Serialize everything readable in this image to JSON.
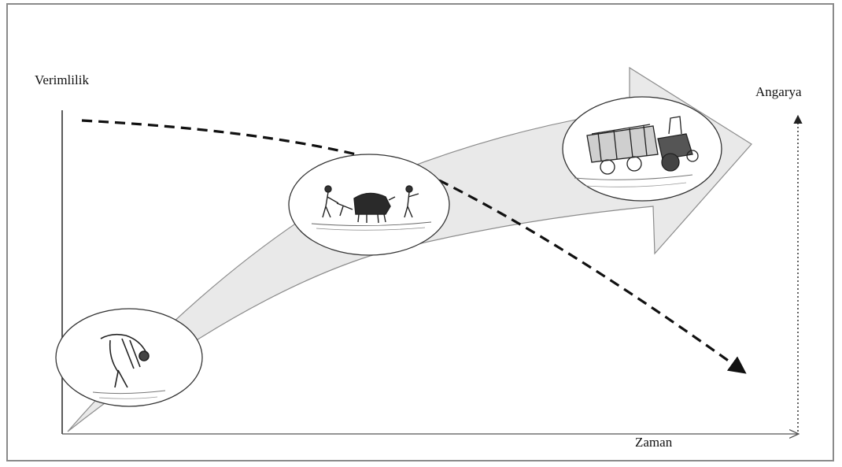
{
  "diagram": {
    "y_axis_label": "Verimlilik",
    "x_axis_label": "Zaman",
    "right_axis_label": "Angarya",
    "stages": [
      {
        "name": "manual-labor",
        "icon": "hand-farming-icon"
      },
      {
        "name": "ox-plowing",
        "icon": "ox-plow-icon"
      },
      {
        "name": "tractor",
        "icon": "tractor-icon"
      }
    ],
    "colors": {
      "arrow_fill": "#e9e9e9",
      "arrow_stroke": "#8c8c8c",
      "axis": "#333333",
      "dashed_curve": "#111111",
      "frame": "#8a8a8a"
    }
  }
}
